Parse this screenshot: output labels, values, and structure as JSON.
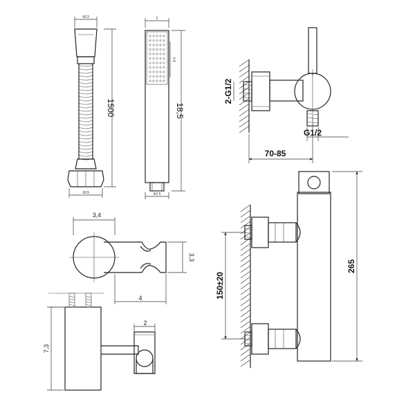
{
  "hose": {
    "length": "1500",
    "top_width": "Φ13",
    "bottom_width": "Φ19"
  },
  "hand_shower": {
    "length": "18,5",
    "top_width": "2",
    "bottom_width": "Φ2.5",
    "side_note": "4.6"
  },
  "holder": {
    "diameter": "3,4",
    "height": "3,3",
    "width": "4",
    "side_height": "7,3",
    "tube_width": "2"
  },
  "mixer_side": {
    "thread": "2-G1/2",
    "outlet": "G1/2",
    "projection": "70-85"
  },
  "mixer_front": {
    "centers": "150±20",
    "height": "265"
  }
}
